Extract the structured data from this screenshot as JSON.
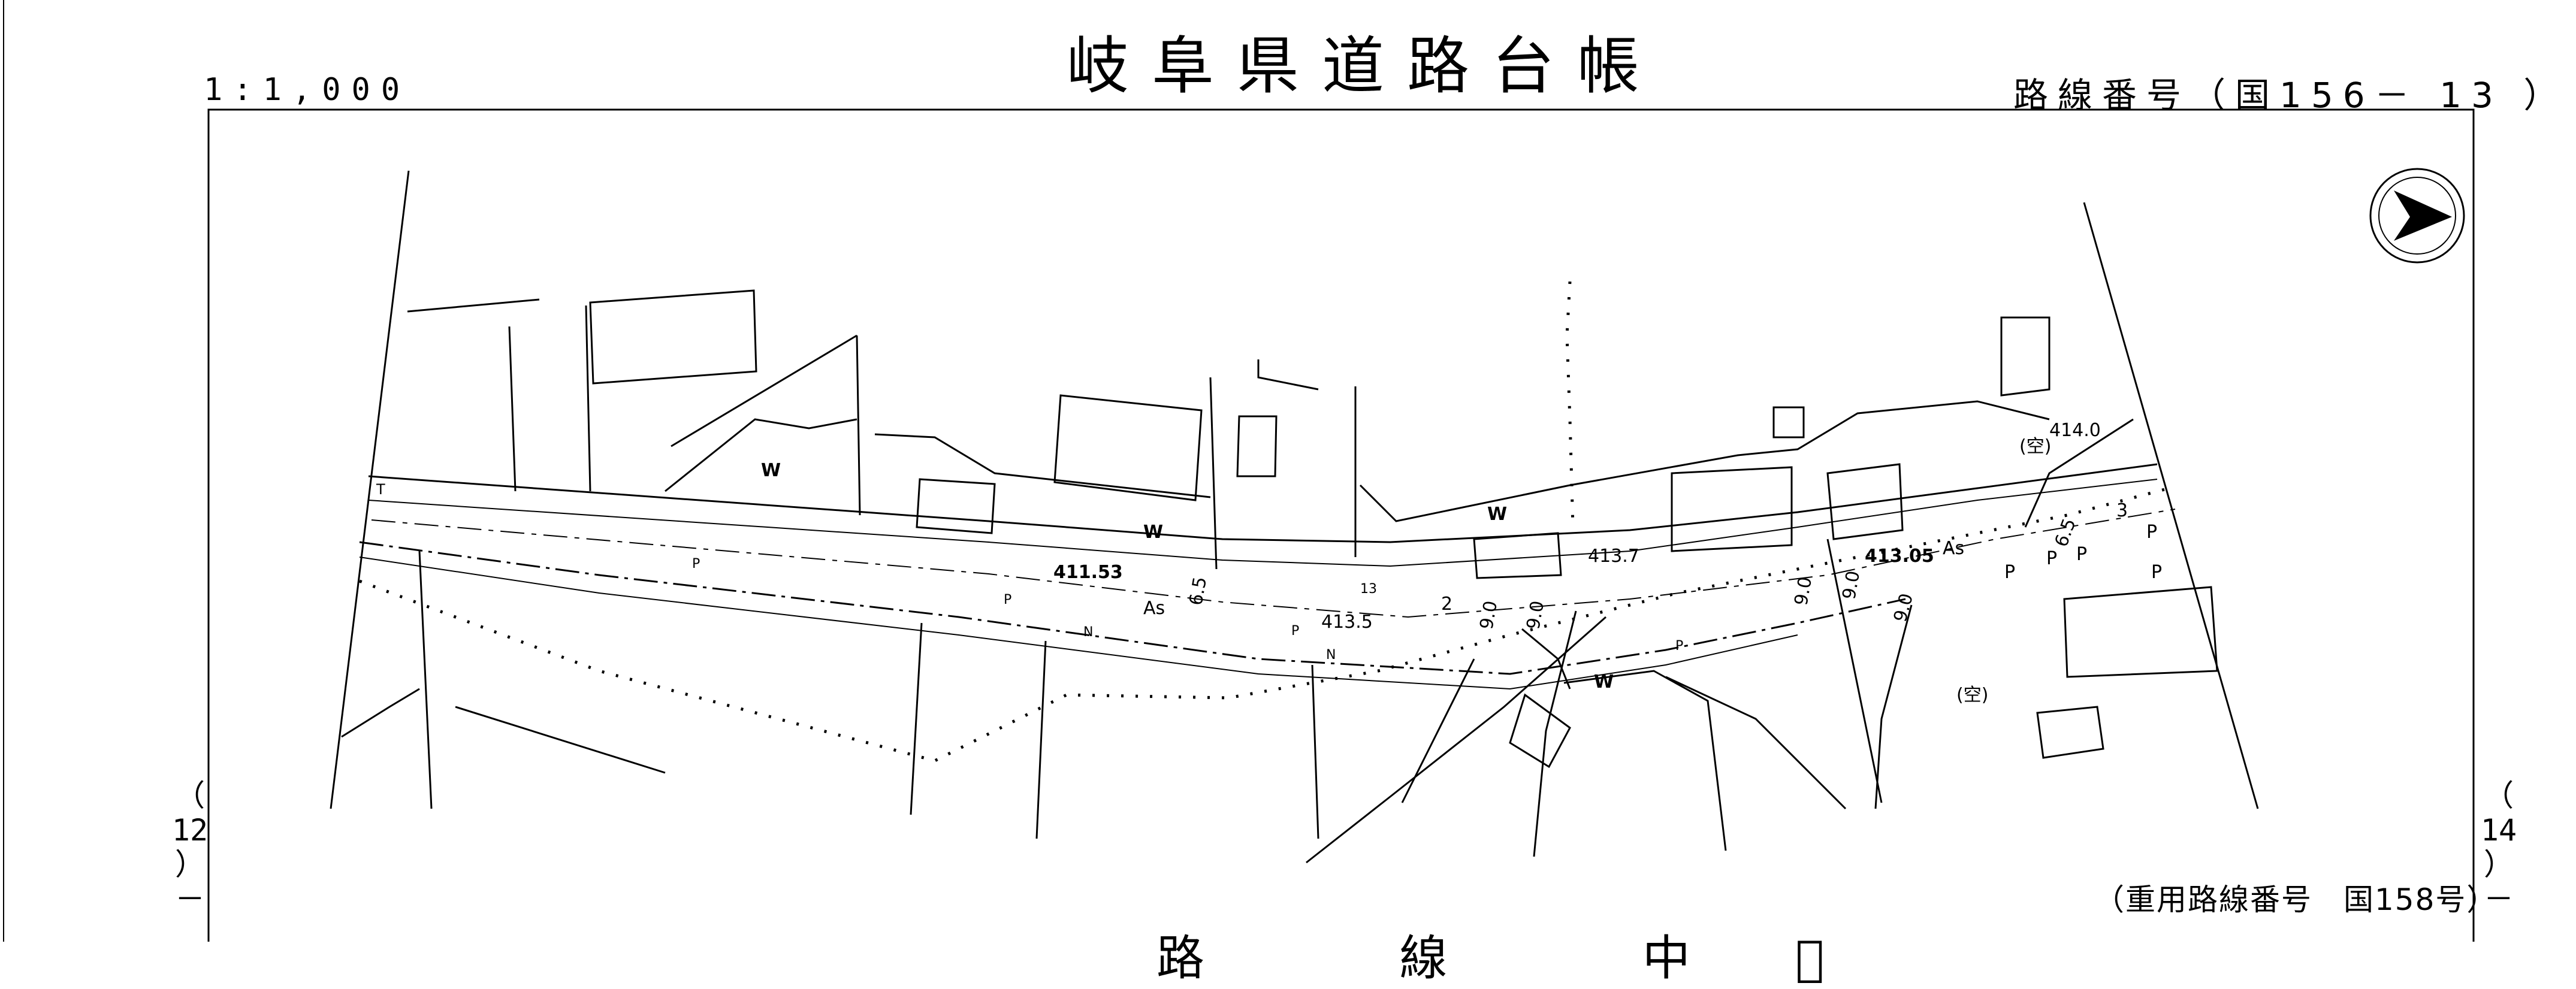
{
  "sheet": {
    "title": "岐阜県道路台帳",
    "scale": "1:1,000",
    "route_number": "路線番号（国156－ 13 ）",
    "overlap_route": "（重用路線番号　国158号）",
    "left_adjacent": "（\n12\n）\n－",
    "right_adjacent": "（\n14\n）\n－",
    "bottom_partial": "路 線 中 ゙ 　 "
  },
  "map_labels": {
    "elev_1": "411.53",
    "elev_2": "413.5",
    "elev_3": "413.7",
    "elev_4": "413.05",
    "elev_5": "414.0",
    "surface_1": "As",
    "surface_2": "As",
    "vacant_1": "(空)",
    "vacant_2": "(空)",
    "width_1": "6.5",
    "width_2": "9.0",
    "width_3": "9.0",
    "width_4": "9.0",
    "width_5": "9.0",
    "width_6": "6.5",
    "width_7": "9.0",
    "num_2": "2",
    "num_3": "3",
    "w_1": "W",
    "w_2": "W",
    "w_3": "W",
    "w_4": "W",
    "p_1": "P",
    "p_2": "P",
    "p_3": "P",
    "p_4": "P",
    "p_5": "P",
    "p_6": "P",
    "p_7": "P",
    "p_8": "P",
    "p_9": "P",
    "n_1": "N",
    "n_2": "N",
    "mark_13": "13",
    "symbol_t": "T"
  },
  "icons": {
    "north_arrow": "north-arrow-icon"
  }
}
